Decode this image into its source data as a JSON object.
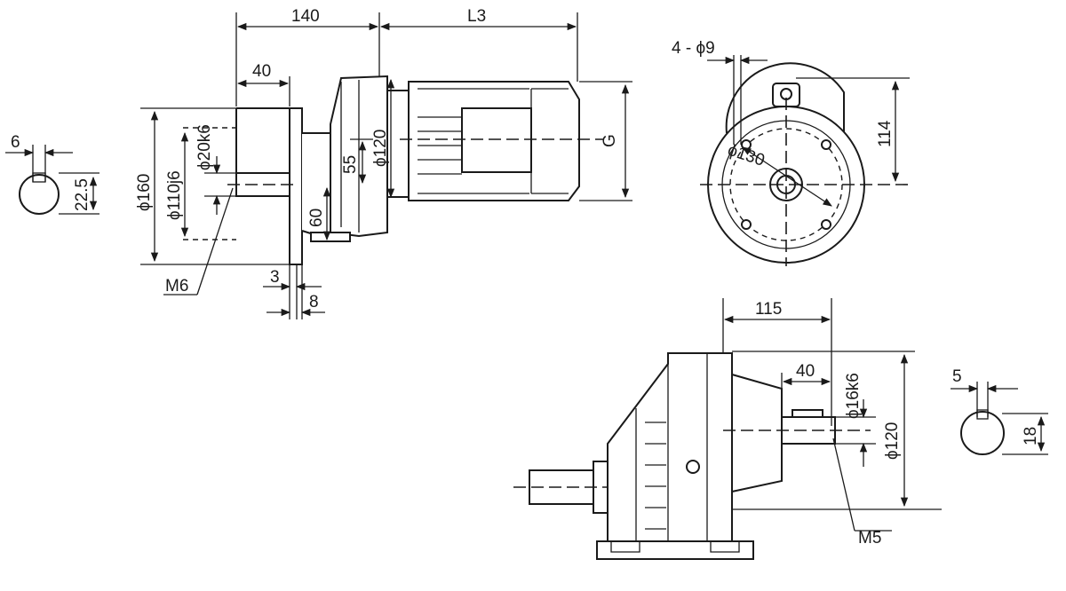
{
  "labels": {
    "shaft_key_width": "6",
    "shaft_key_height": "22.5",
    "len_140": "140",
    "len_L3": "L3",
    "len_40": "40",
    "dia_160": "ϕ160",
    "dia_110j6": "ϕ110j6",
    "dia_20k6": "ϕ20k6",
    "dia_120_top": "ϕ120",
    "h_55": "55",
    "h_60": "60",
    "len_G": "G",
    "thread_M6": "M6",
    "flange_3": "3",
    "flange_8": "8",
    "bolt_holes": "4 - ϕ9",
    "pcd_130": "ϕ130",
    "h_114": "114",
    "len_115": "115",
    "len_40_input": "40",
    "dia_16k6": "ϕ16k6",
    "dia_120_input": "ϕ120",
    "thread_M5": "M5",
    "input_key_width": "5",
    "input_key_height": "18"
  },
  "colors": {
    "line": "#1a1a1a",
    "shade": "#e9e9e9",
    "paper": "#ffffff"
  }
}
